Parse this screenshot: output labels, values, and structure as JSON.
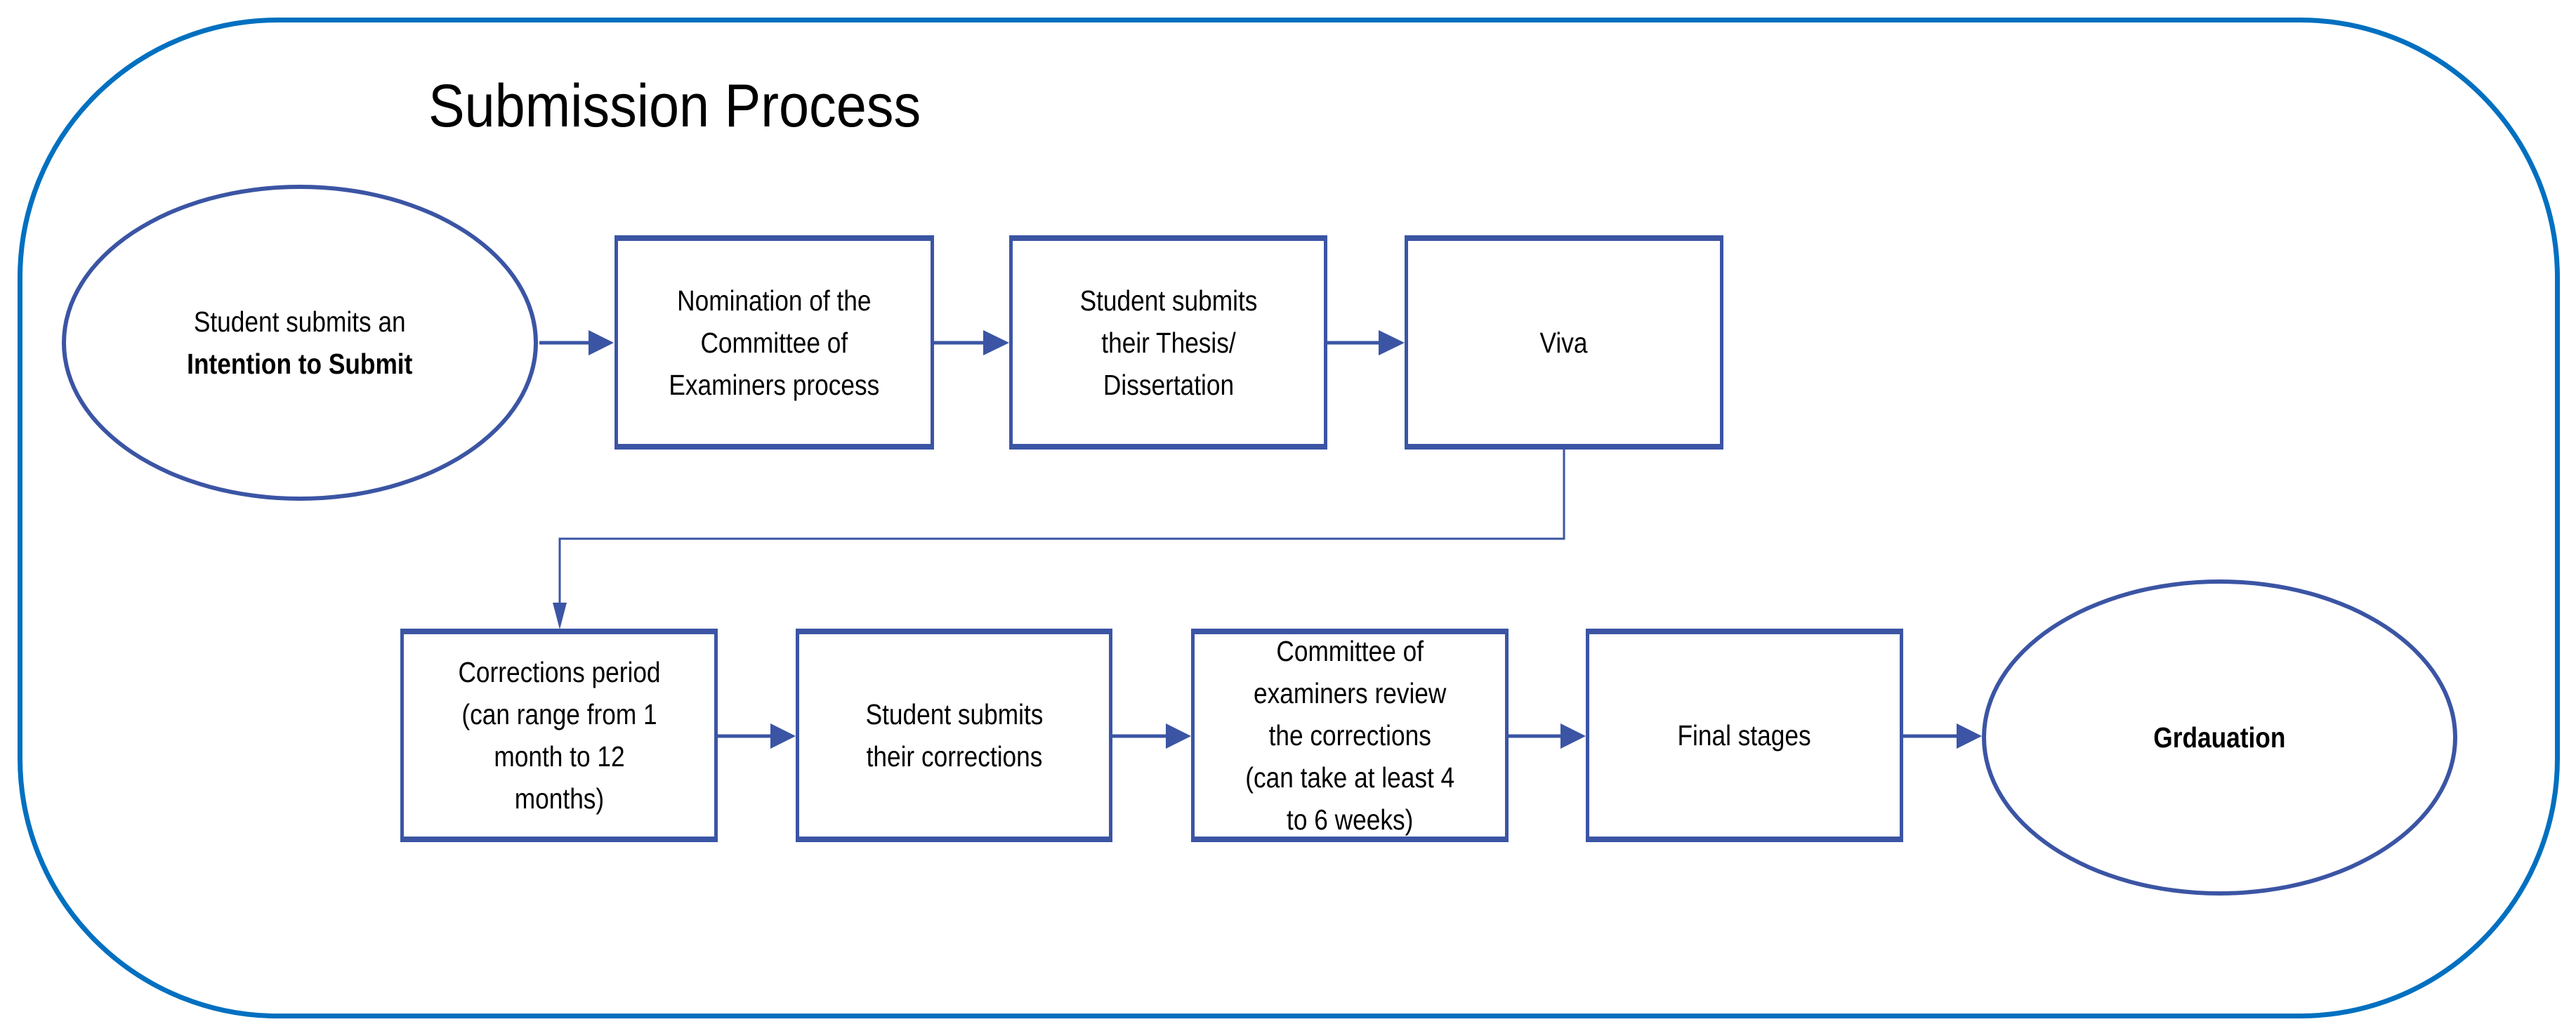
{
  "diagram": {
    "title": "Submission Process",
    "colors": {
      "frame": "#0070C0",
      "shape_stroke": "#3B55A4",
      "text": "#000000",
      "background": "#FFFFFF"
    },
    "nodes": {
      "start": {
        "shape": "ellipse",
        "lines": [
          "Student submits an"
        ],
        "bold_lines": [
          "Intention to Submit"
        ]
      },
      "nomination": {
        "shape": "rectangle",
        "lines": [
          "Nomination of the",
          "Committee of",
          "Examiners process"
        ]
      },
      "thesis": {
        "shape": "rectangle",
        "lines": [
          "Student submits",
          "their Thesis/",
          "Dissertation"
        ]
      },
      "viva": {
        "shape": "rectangle",
        "lines": [
          "Viva"
        ]
      },
      "corrections_period": {
        "shape": "rectangle",
        "lines": [
          "Corrections period",
          "(can range from 1",
          "month to 12",
          "months)"
        ]
      },
      "submit_corrections": {
        "shape": "rectangle",
        "lines": [
          "Student submits",
          "their corrections"
        ]
      },
      "committee_review": {
        "shape": "rectangle",
        "lines": [
          "Committee of",
          "examiners review",
          "the corrections",
          "(can take at least 4",
          "to 6 weeks)"
        ]
      },
      "final_stages": {
        "shape": "rectangle",
        "lines": [
          "Final stages"
        ]
      },
      "end": {
        "shape": "ellipse",
        "bold_lines": [
          "Grdauation"
        ]
      }
    },
    "edges": [
      {
        "from": "start",
        "to": "nomination"
      },
      {
        "from": "nomination",
        "to": "thesis"
      },
      {
        "from": "thesis",
        "to": "viva"
      },
      {
        "from": "viva",
        "to": "corrections_period"
      },
      {
        "from": "corrections_period",
        "to": "submit_corrections"
      },
      {
        "from": "submit_corrections",
        "to": "committee_review"
      },
      {
        "from": "committee_review",
        "to": "final_stages"
      },
      {
        "from": "final_stages",
        "to": "end"
      }
    ]
  }
}
